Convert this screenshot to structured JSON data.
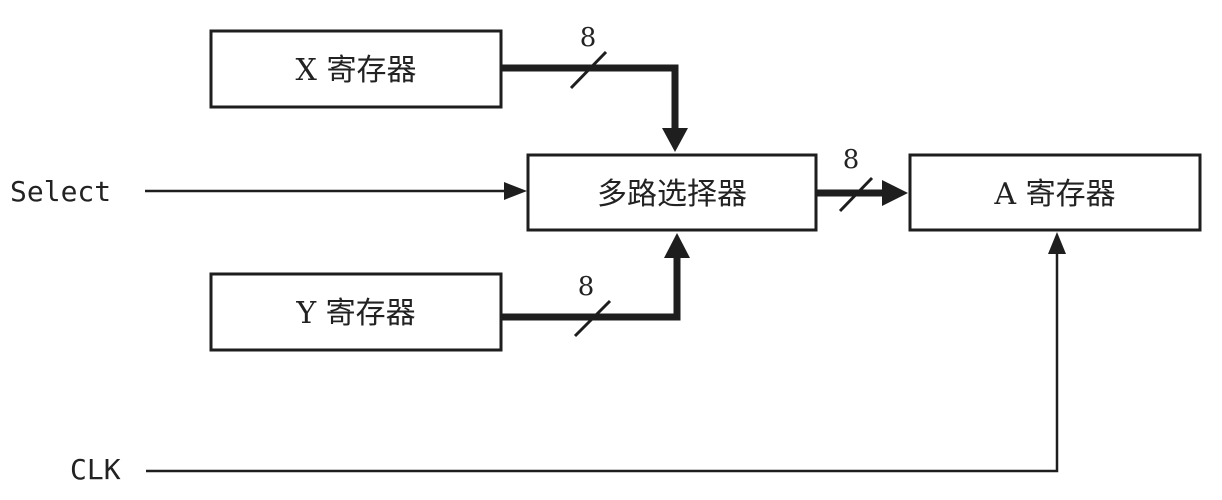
{
  "diagram": {
    "blocks": {
      "x_register": "X 寄存器",
      "y_register": "Y 寄存器",
      "mux": "多路选择器",
      "a_register": "A 寄存器"
    },
    "signals": {
      "select": "Select",
      "clk": "CLK"
    },
    "bus_widths": {
      "x_to_mux": "8",
      "y_to_mux": "8",
      "mux_to_a": "8"
    }
  }
}
